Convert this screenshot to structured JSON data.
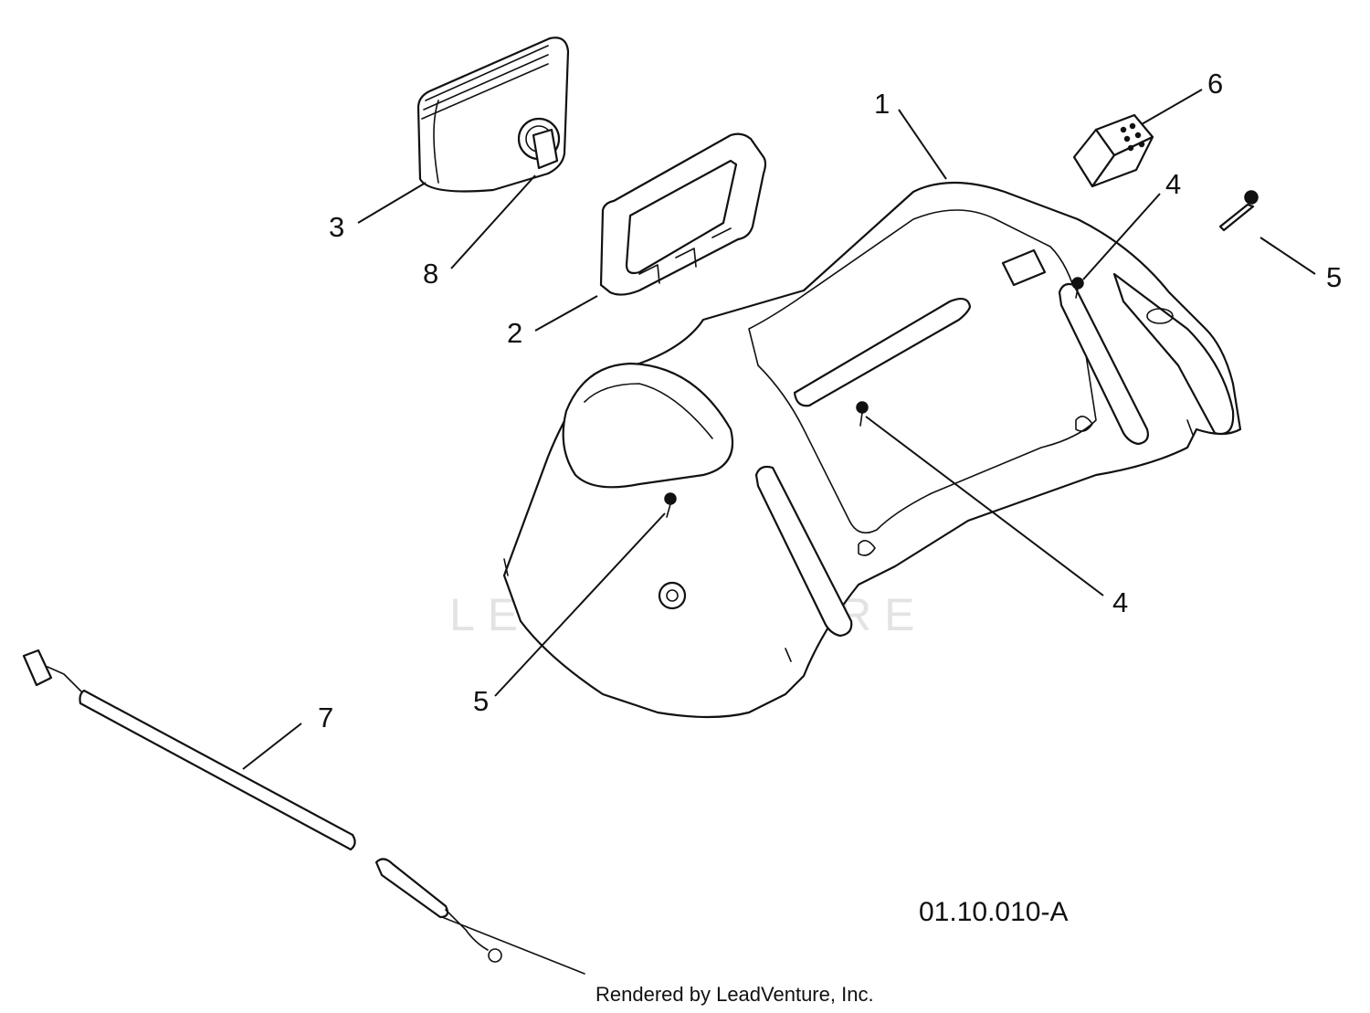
{
  "diagram": {
    "reference_code": "01.10.010-A",
    "credit": "Rendered by LeadVenture, Inc.",
    "watermark": "LEADVENTURE",
    "callouts": [
      "1",
      "2",
      "3",
      "4",
      "4",
      "5",
      "5",
      "6",
      "7",
      "8"
    ]
  }
}
